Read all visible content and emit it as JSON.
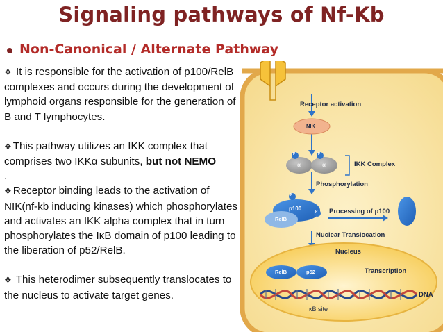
{
  "slide": {
    "title": "Signaling pathways of Nf-Kb",
    "subtitle": "Non-Canonical / Alternate Pathway"
  },
  "paragraphs": {
    "p1": "It is responsible for the activation of p100/RelB complexes and occurs during the development of lymphoid organs responsible for the generation of B and T lymphocytes.",
    "p2_main": "This pathway utilizes an IKK complex that comprises two IKKα subunits,",
    "p2_bold": "but not NEMO",
    "p2_end": ".",
    "p3": "Receptor binding leads to the activation of NIK(nf-kb inducing kinases) which phosphorylates and activates an IKK alpha complex that in turn phosphorylates the IκB domain of p100 leading to the liberation of p52/RelB.",
    "p4": "This heterodimer subsequently translocates to the nucleus to activate target genes."
  },
  "diagram": {
    "receptor_activation": "Receptor activation",
    "nik": "NIK",
    "ikk_complex": "IKK Complex",
    "alpha1": "α",
    "alpha2": "α",
    "phosphorylation": "Phosphorylation",
    "p100": "p100",
    "relb_cytoplasm": "RelB",
    "processing": "Processing of p100",
    "nuclear_translocation": "Nuclear Translocation",
    "nucleus": "Nucleus",
    "relb_nucleus": "RelB",
    "p52": "p52",
    "transcription": "Transcription",
    "dna": "DNA",
    "kb_site": "κB site",
    "phospho_mark": "P"
  },
  "colors": {
    "title": "#7f2323",
    "subtitle": "#b32b28",
    "cell_fill": "#f8e4a6",
    "cell_border": "#d08a30",
    "receptor": "#f6c23a",
    "nik": "#f2b38e",
    "ikk": "#a3a3a3",
    "protein_blue": "#2f74c9",
    "light_blue": "#8fb8e6"
  }
}
